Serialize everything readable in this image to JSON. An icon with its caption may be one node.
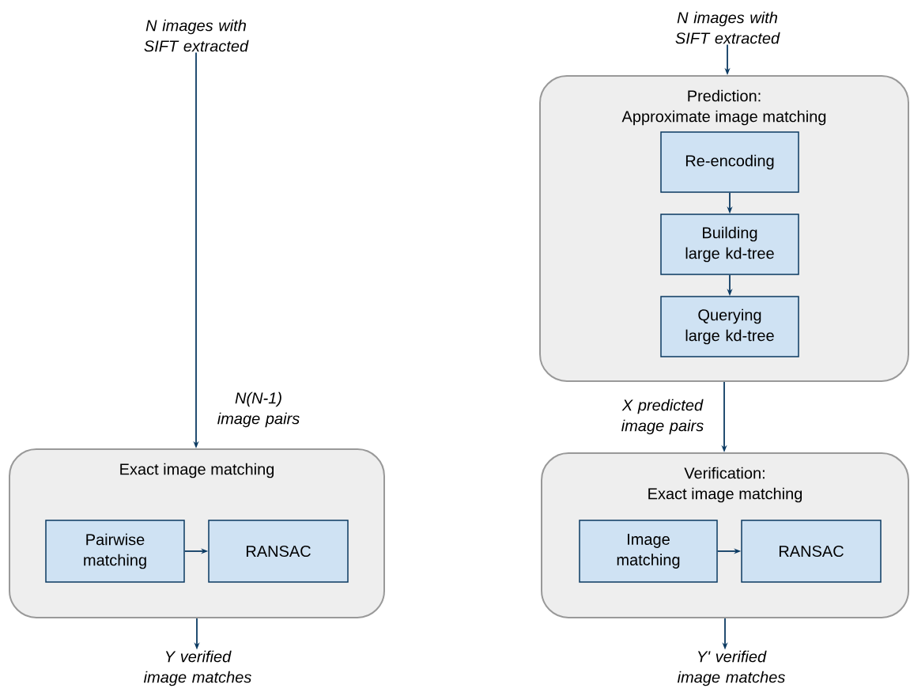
{
  "diagram": {
    "nodes": [
      {
        "text": [
          "N images with SIFT extracted"
        ]
      },
      {
        "text": [
          "Exact image matching"
        ]
      },
      {
        "text": [
          "Pairwise matching"
        ],
        "in": 1
      },
      {
        "text": [
          "RANSAC"
        ],
        "in": 1
      },
      {
        "text": [
          "Y verified image matches"
        ]
      },
      {
        "text": [
          "N images with SIFT extracted"
        ]
      },
      {
        "text": [
          "Prediction:",
          "Approximate image matching"
        ]
      },
      {
        "text": [
          "Re-encoding"
        ],
        "in": 6
      },
      {
        "text": [
          "Building large kd-tree"
        ],
        "in": 6
      },
      {
        "text": [
          "Querying large kd-tree"
        ],
        "in": 6
      },
      {
        "text": [
          "Verification:",
          "Exact image matching"
        ]
      },
      {
        "text": [
          "Image matching"
        ],
        "in": 10
      },
      {
        "text": [
          "RANSAC"
        ],
        "in": 10
      },
      {
        "text": [
          "Y' verified image matches"
        ]
      }
    ],
    "edges": [
      {
        "from": 0,
        "to": 1,
        "arrow": "to",
        "label": "N(N-1) image pairs"
      },
      {
        "from": 2,
        "to": 3,
        "arrow": "to"
      },
      {
        "from": 1,
        "to": 4,
        "arrow": "to"
      },
      {
        "from": 5,
        "to": 6,
        "arrow": "to"
      },
      {
        "from": 7,
        "to": 8,
        "arrow": "to"
      },
      {
        "from": 8,
        "to": 9,
        "arrow": "to"
      },
      {
        "from": 6,
        "to": 10,
        "arrow": "to",
        "label": "X predicted image pairs"
      },
      {
        "from": 11,
        "to": 12,
        "arrow": "to"
      },
      {
        "from": 10,
        "to": 13,
        "arrow": "to"
      }
    ]
  }
}
